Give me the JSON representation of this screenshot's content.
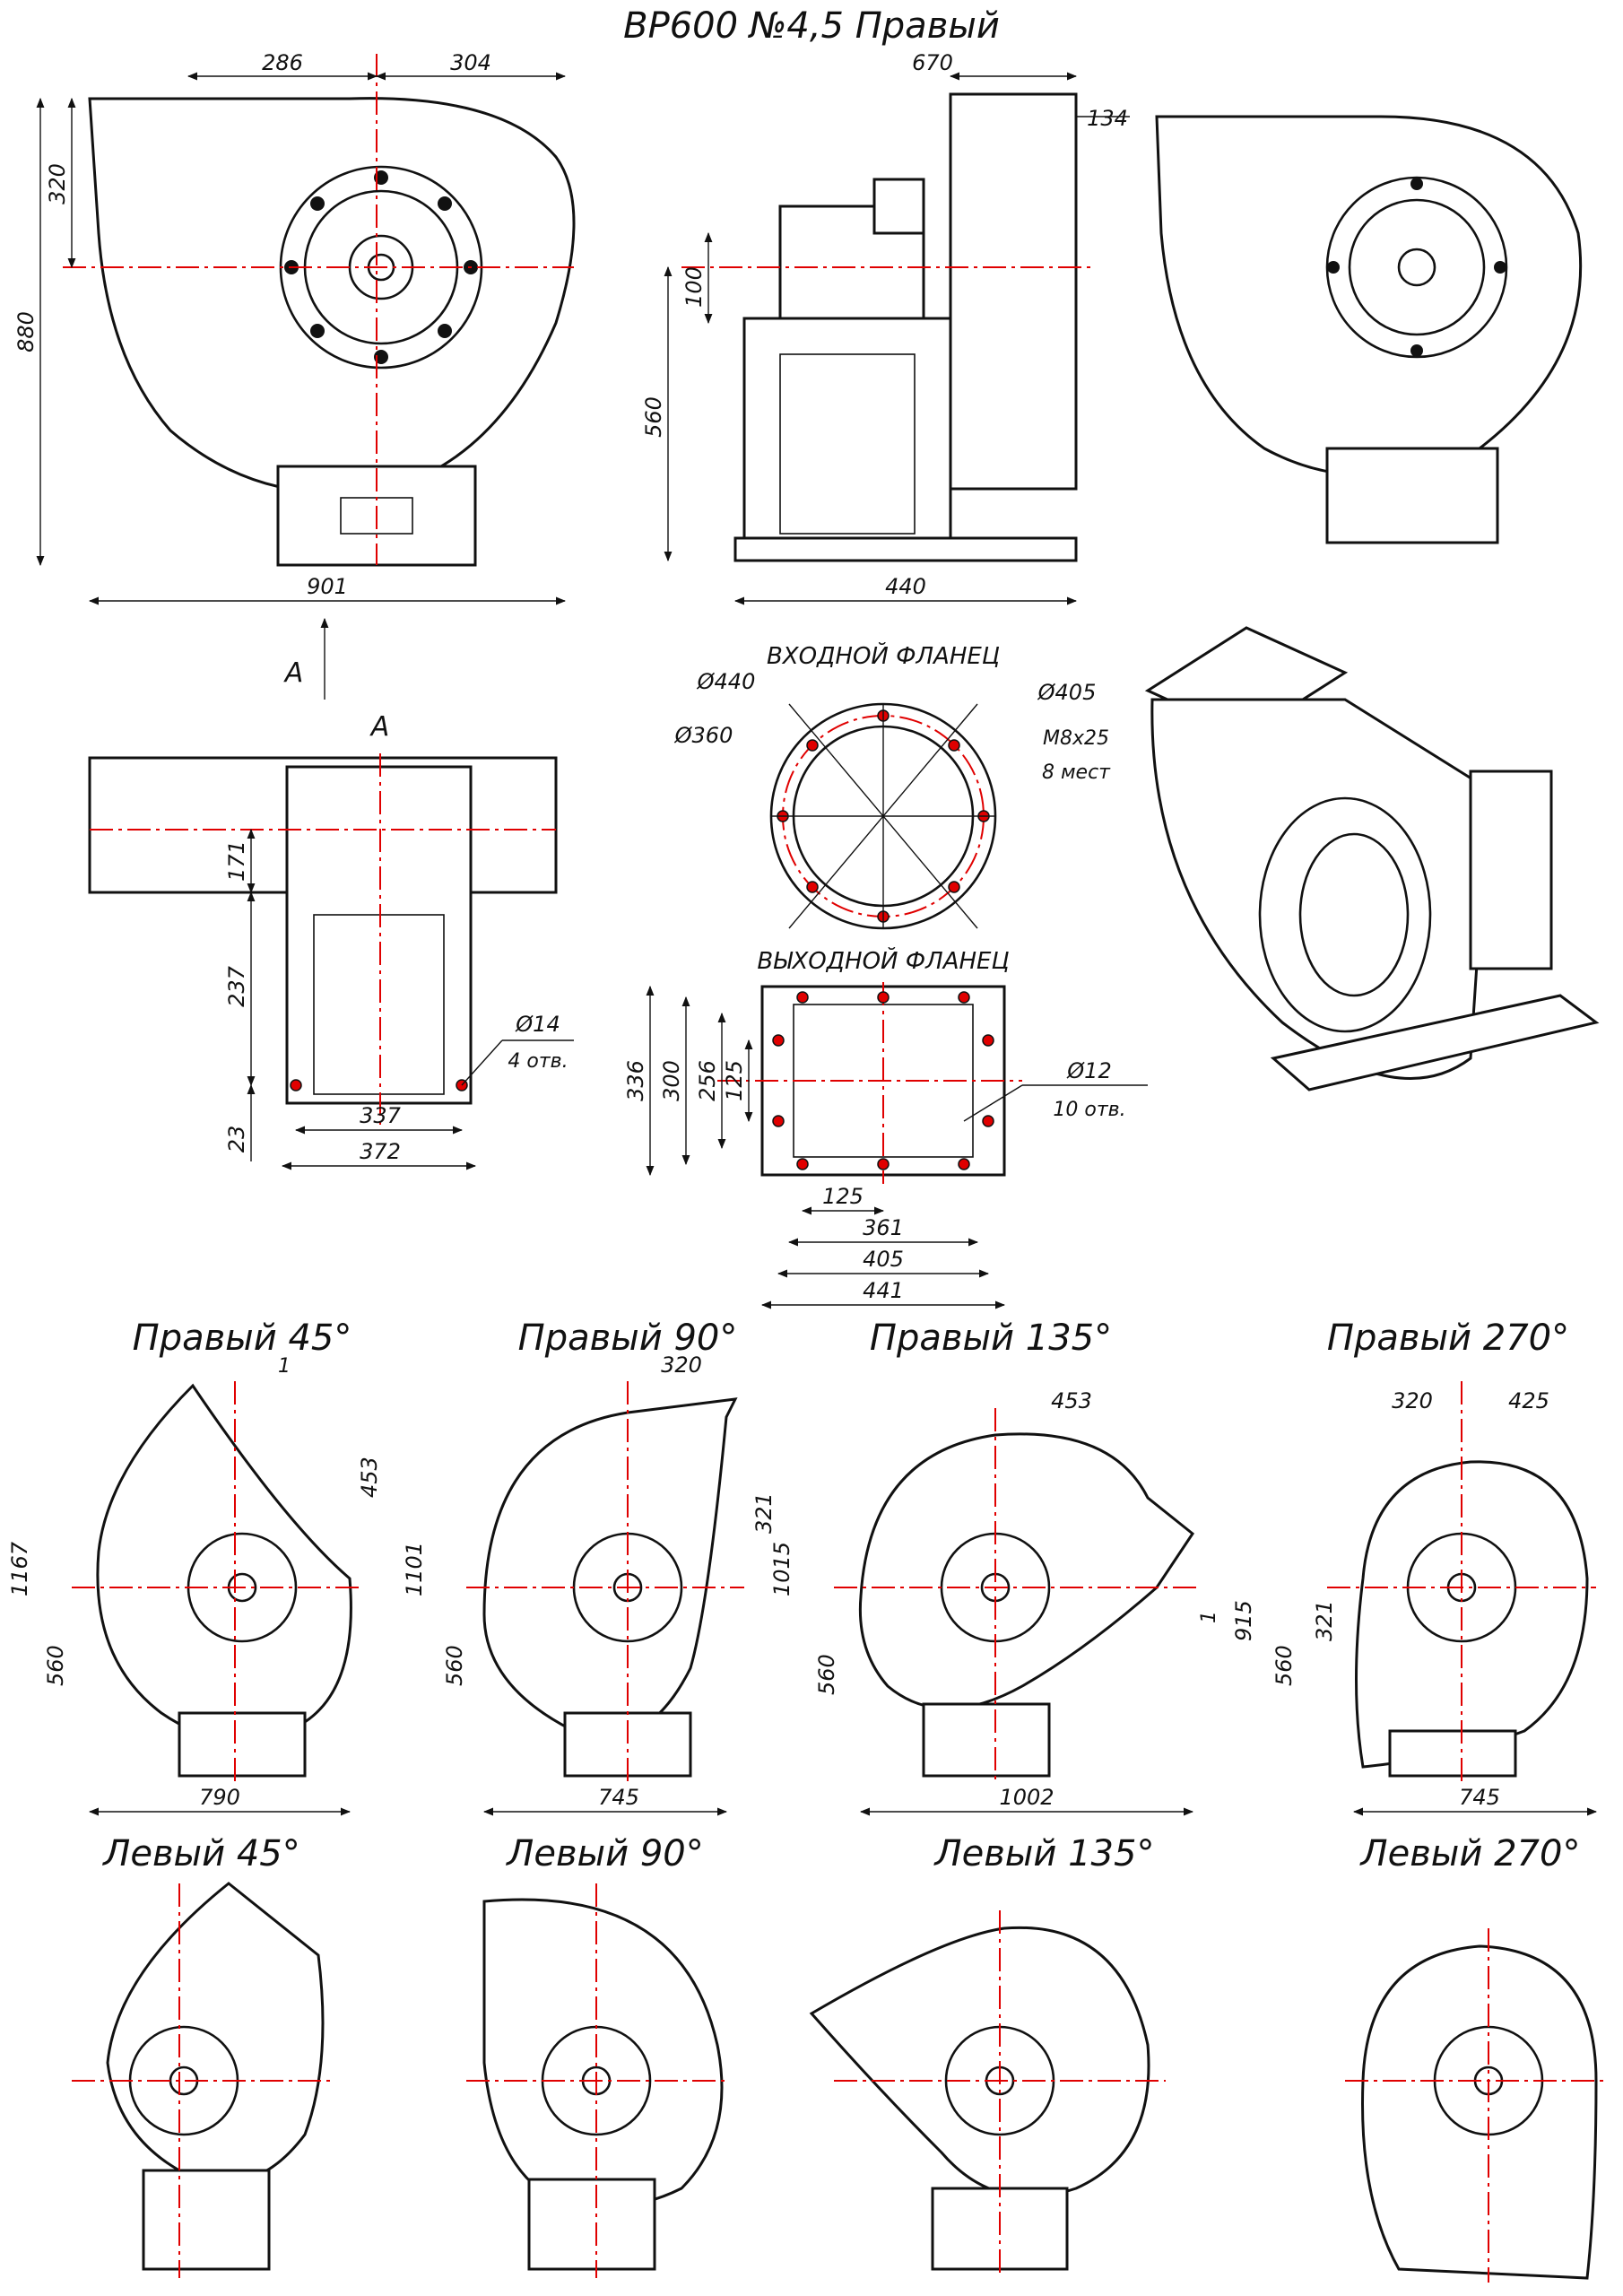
{
  "title": "ВР600 №4,5 Правый",
  "main_view": {
    "dims": [
      "286",
      "304",
      "320",
      "880",
      "901"
    ]
  },
  "side_view": {
    "dims": [
      "670",
      "134",
      "100",
      "560",
      "440"
    ]
  },
  "view_a": {
    "arrow_label": "A",
    "section_label": "A",
    "dims": [
      "171",
      "237",
      "23",
      "337",
      "372"
    ],
    "hole_dim": "Ø14",
    "hole_note": "4 отв."
  },
  "inlet_flange": {
    "title": "ВХОДНОЙ ФЛАНЕЦ",
    "dims": [
      "Ø440",
      "Ø405",
      "Ø360"
    ],
    "bolt_spec": "M8x25",
    "bolt_count": "8 мест"
  },
  "outlet_flange": {
    "title": "ВЫХОДНОЙ ФЛАНЕЦ",
    "v_dims": [
      "336",
      "300",
      "256",
      "125"
    ],
    "h_dims": [
      "125",
      "361",
      "405",
      "441"
    ],
    "hole_dim": "Ø12",
    "hole_note": "10 отв."
  },
  "variants_right": [
    {
      "label": "Правый 45°",
      "dims": [
        "1",
        "453",
        "1167",
        "560",
        "790"
      ]
    },
    {
      "label": "Правый 90°",
      "dims": [
        "320",
        "321",
        "1101",
        "560",
        "745"
      ]
    },
    {
      "label": "Правый 135°",
      "dims": [
        "453",
        "1015",
        "560",
        "1",
        "915",
        "1002"
      ]
    },
    {
      "label": "Правый 270°",
      "dims": [
        "320",
        "425",
        "321",
        "560",
        "745"
      ]
    }
  ],
  "variants_left": [
    {
      "label": "Левый 45°"
    },
    {
      "label": "Левый 90°"
    },
    {
      "label": "Левый 135°"
    },
    {
      "label": "Левый 270°"
    }
  ],
  "colors": {
    "line": "#111111",
    "centerline": "#e00000",
    "hole_mark": "#e00000"
  }
}
